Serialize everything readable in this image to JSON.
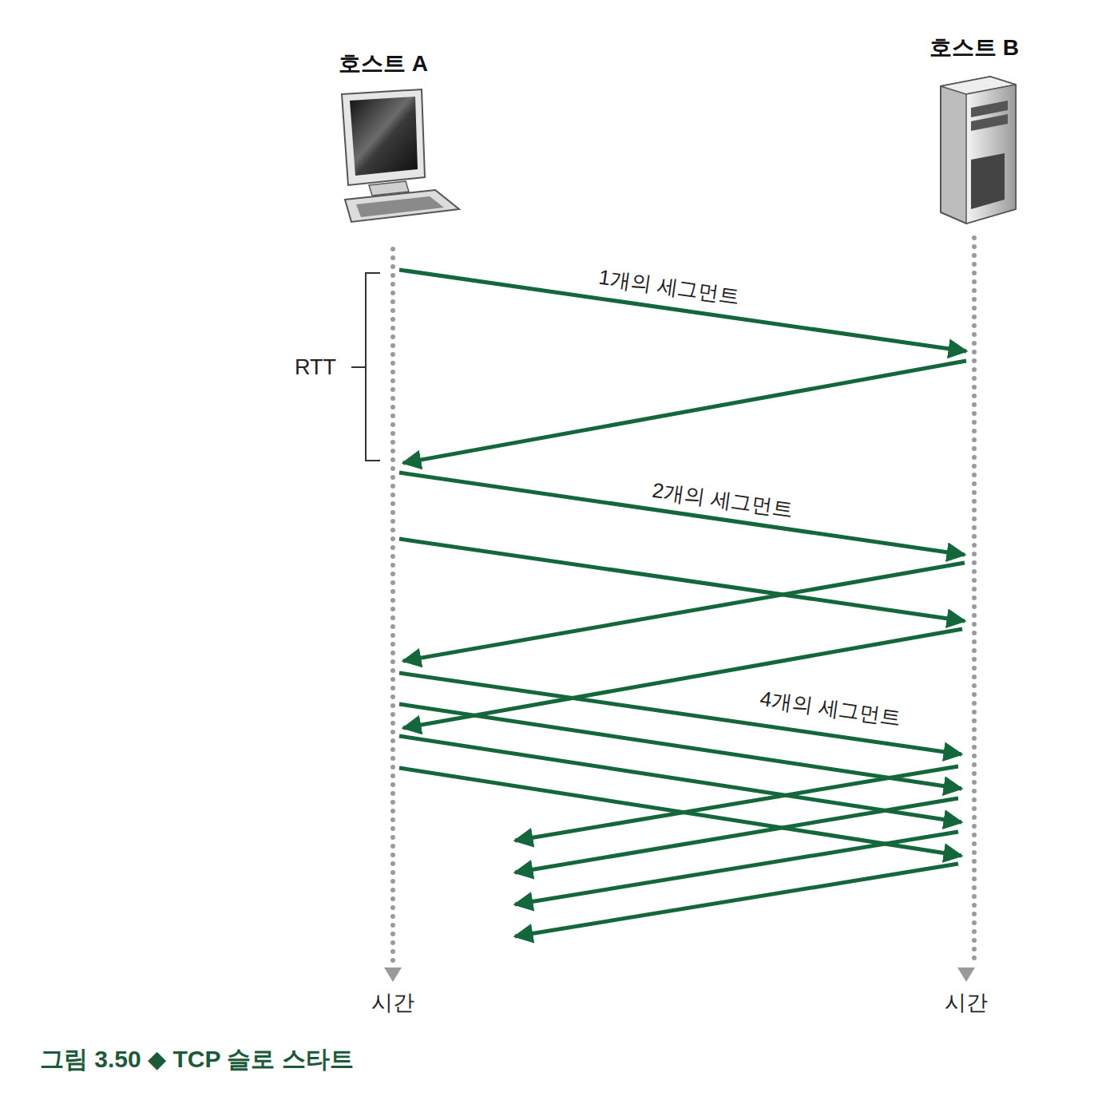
{
  "diagram": {
    "caption": "그림 3.50 ◆ TCP 슬로 스타트",
    "nodes": [
      {
        "text": [
          "호스트 A"
        ]
      },
      {
        "text": [
          "호스트 B"
        ]
      }
    ],
    "labels": [
      "RTT",
      "1개의 세그먼트",
      "2개의 세그먼트",
      "4개의 세그먼트",
      "시간",
      "시간"
    ]
  }
}
